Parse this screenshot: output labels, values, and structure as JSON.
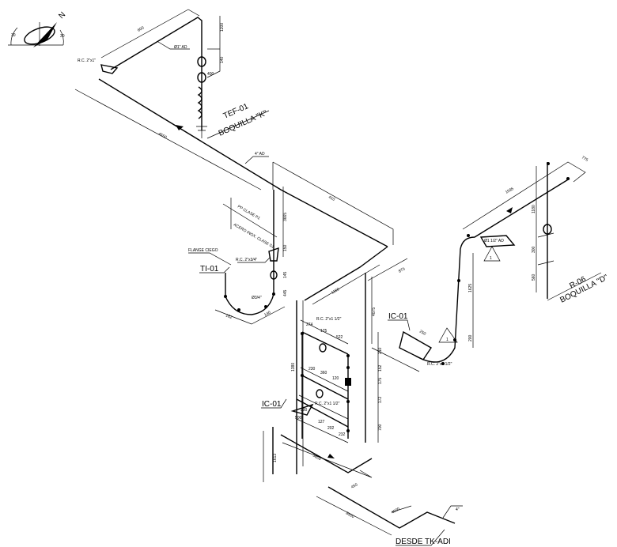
{
  "drawing": {
    "compass": {
      "north_label": "N",
      "angle_left": "30",
      "angle_right": "30"
    },
    "nozzles": [
      {
        "tag": "TEF-01",
        "name": "BOQUILLA \"K\""
      },
      {
        "tag": "R-06",
        "name": "BOQUILLA \"D\""
      }
    ],
    "instruments": {
      "ti": "TI-01",
      "ic_left": "IC-01",
      "ic_right": "IC-01"
    },
    "origin": "DESDE TK-ADI",
    "callouts": {
      "rc_top": "R.C. 2\"x1\"",
      "pipe_top": "Ø1\" AD",
      "pipe_main": "4\" AD",
      "flange": "FLANGE CIEGO",
      "rc_ti": "R.C. 2\"x3/4\"",
      "pipe_ti": "Ø3/4\"",
      "spec_a": "PP CLASE P1",
      "spec_b": "ACERO INOX. CLASE S1",
      "rc_station1": "R.C. 2\"x1 1/2\"",
      "rc_station2": "R.C. 2\"x1 1/2\"",
      "rc_right": "R.C. 2\"x1 1/2\"",
      "pipe_right": "Ø1 1/2\" AD",
      "rev_mark": "1",
      "pipe_bottom": "4\""
    },
    "dimensions": {
      "top_run": "600",
      "top_vert": "1200",
      "top_valve": "140",
      "top_flex": "400",
      "main_run": "4550",
      "run_410": "410",
      "vert_3665": "3665",
      "vert_150": "150",
      "vert_145": "145",
      "vert_445": "445",
      "ti_182": "182",
      "ti_140": "140",
      "run_875": "875",
      "run_1150": "1150",
      "vert_4075": "4075",
      "st_274": "274",
      "st_175": "175",
      "st_522": "522",
      "st_210": "210",
      "st_152": "152",
      "st_175b": "175",
      "st_172": "172",
      "st_700": "700",
      "st_230": "230",
      "st_360": "360",
      "st_120": "120",
      "st_280": "280",
      "st_500": "500",
      "st_127": "127",
      "st_202": "202",
      "st_232": "232",
      "vert_1380": "1380",
      "vert_1613": "1613",
      "low_5800": "5800",
      "low_450": "450",
      "low_8500": "8500",
      "low_4500": "4500",
      "right_1595": "1595",
      "right_775": "775",
      "right_1180": "1180",
      "right_300": "300",
      "right_560": "560",
      "right_1625": "1625",
      "right_200": "200",
      "right_250": "250"
    }
  }
}
